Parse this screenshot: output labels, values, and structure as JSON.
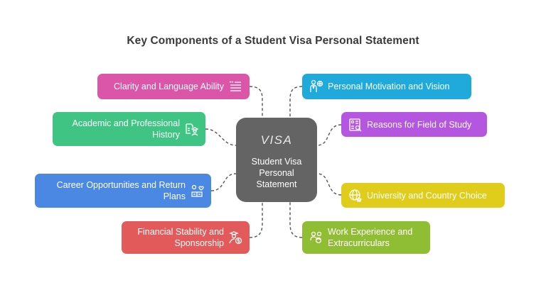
{
  "title": "Key Components of a Student Visa Personal Statement",
  "center": {
    "icon_text": "VISA",
    "label_lines": [
      "Student Visa",
      "Personal",
      "Statement"
    ],
    "color": "#646464"
  },
  "nodes": [
    {
      "id": "clarity",
      "label_lines": [
        "Clarity and Language Ability"
      ],
      "icon": "quote-lines-icon",
      "color": "#DB56A8",
      "side": "left"
    },
    {
      "id": "academic",
      "label_lines": [
        "Academic and Professional",
        "History"
      ],
      "icon": "document-graduate-icon",
      "color": "#3FC483",
      "side": "left"
    },
    {
      "id": "career",
      "label_lines": [
        "Career Opportunities and Return",
        "Plans"
      ],
      "icon": "person-heart-book-icon",
      "color": "#4A88E3",
      "side": "left"
    },
    {
      "id": "financial",
      "label_lines": [
        "Financial Stability and",
        "Sponsorship"
      ],
      "icon": "graduate-dollar-icon",
      "color": "#E35A5A",
      "side": "left"
    },
    {
      "id": "motivation",
      "label_lines": [
        "Personal Motivation and Vision"
      ],
      "icon": "person-target-icon",
      "color": "#20AADB",
      "side": "right"
    },
    {
      "id": "reasons",
      "label_lines": [
        "Reasons for Field of Study"
      ],
      "icon": "profile-search-icon",
      "color": "#B456E0",
      "side": "right"
    },
    {
      "id": "university",
      "label_lines": [
        "University and Country Choice"
      ],
      "icon": "globe-graduate-icon",
      "color": "#E0CD1B",
      "side": "right"
    },
    {
      "id": "work",
      "label_lines": [
        "Work Experience and",
        "Extracurriculars"
      ],
      "icon": "group-graduate-icon",
      "color": "#8FBE35",
      "side": "right"
    }
  ]
}
